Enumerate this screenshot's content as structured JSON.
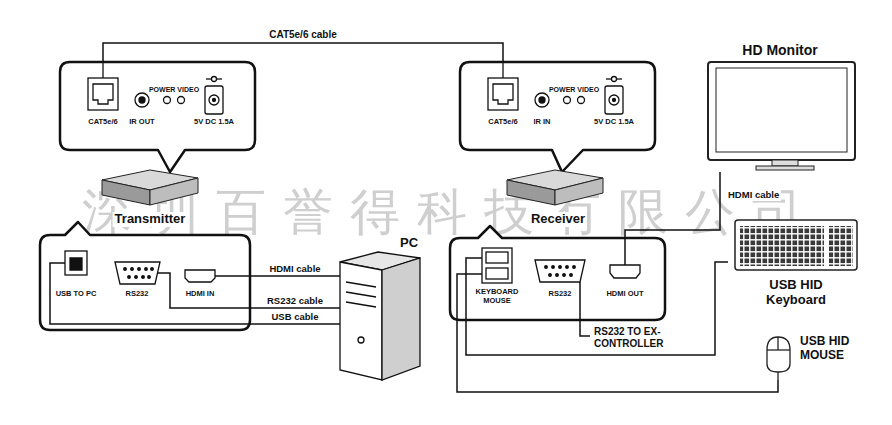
{
  "diagram": {
    "nodes": [
      {
        "text": [
          "CAT5e/6",
          "IR OUT",
          "POWER VIDEO",
          "5V DC 1.5A"
        ]
      },
      {
        "text": [
          "CAT5e/6",
          "IR IN",
          "POWER VIDEO",
          "5V DC 1.5A"
        ]
      },
      {
        "text": [
          "HD Monitor"
        ]
      },
      {
        "text": [
          "Transmitter"
        ]
      },
      {
        "text": [
          "Receiver"
        ]
      },
      {
        "text": [
          "USB TO PC",
          "RS232",
          "HDMI IN"
        ]
      },
      {
        "text": [
          "PC"
        ]
      },
      {
        "text": [
          "KEYBOARD MOUSE",
          "RS232",
          "HDMI OUT"
        ]
      },
      {
        "text": [
          "USB HID Keyboard"
        ]
      },
      {
        "text": [
          "USB HID MOUSE"
        ]
      }
    ],
    "edges": [
      {
        "from": 0,
        "to": 1,
        "label": "CAT5e/6 cable",
        "arrow": "none"
      },
      {
        "from": 5,
        "to": 6,
        "label": "HDMI cable",
        "arrow": "none"
      },
      {
        "from": 5,
        "to": 6,
        "label": "RS232 cable",
        "arrow": "none"
      },
      {
        "from": 5,
        "to": 6,
        "label": "USB cable",
        "arrow": "none"
      },
      {
        "from": 7,
        "to": 2,
        "label": "HDMI cable",
        "arrow": "none"
      },
      {
        "from": 7,
        "to": 8,
        "arrow": "none"
      },
      {
        "from": 7,
        "to": 9,
        "arrow": "none"
      }
    ],
    "labels": [
      "RS232 TO EX-CONTROLLER",
      "深圳百誉得科技有限公司"
    ]
  }
}
